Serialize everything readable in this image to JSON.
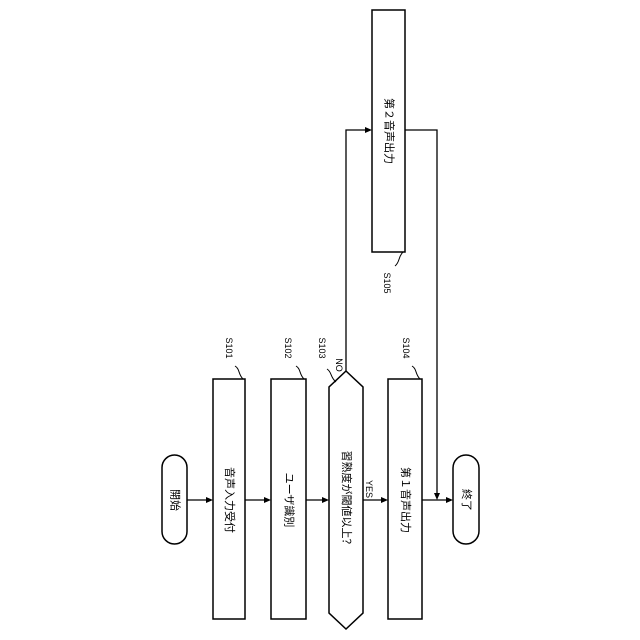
{
  "flowchart": {
    "start_label": "開始",
    "end_label": "終了",
    "s101_label": "音声入力受付",
    "s101_step": "S101",
    "s102_label": "ユーザ識別",
    "s102_step": "S102",
    "s103_label": "習熟度が閾値以上？",
    "s103_step": "S103",
    "s104_label": "第１音声出力",
    "s104_step": "S104",
    "s105_label": "第２音声出力",
    "s105_step": "S105",
    "yes_label": "YES",
    "no_label": "NO"
  }
}
